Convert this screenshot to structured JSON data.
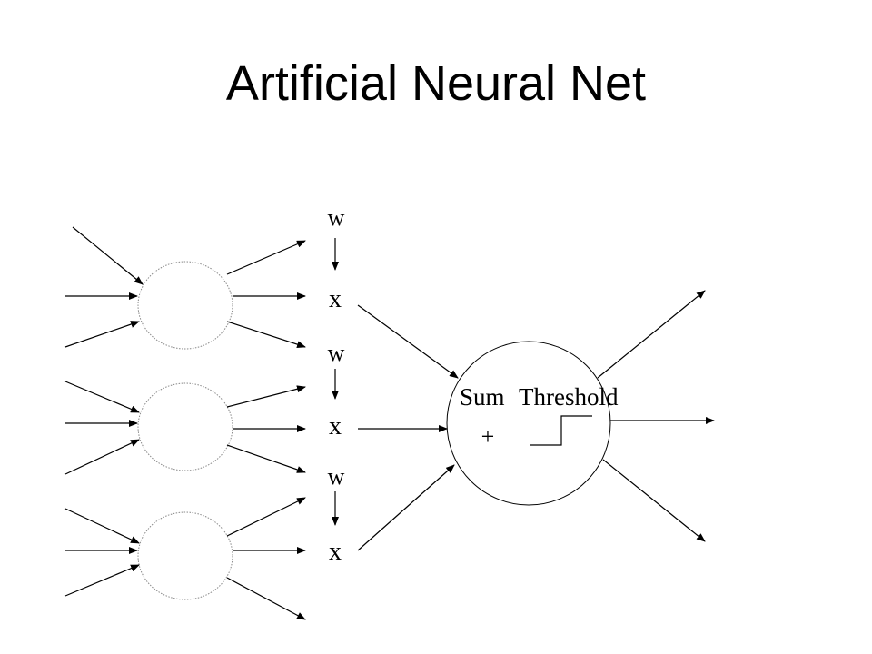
{
  "slide": {
    "title": "Artificial Neural Net"
  },
  "diagram": {
    "weight_symbol": "w",
    "multiply_symbol": "x",
    "sum_label": "Sum",
    "threshold_label": "Threshold",
    "plus_symbol": "+"
  },
  "colors": {
    "background": "#ffffff",
    "ink": "#000000",
    "neuron_outline": "#888888"
  }
}
